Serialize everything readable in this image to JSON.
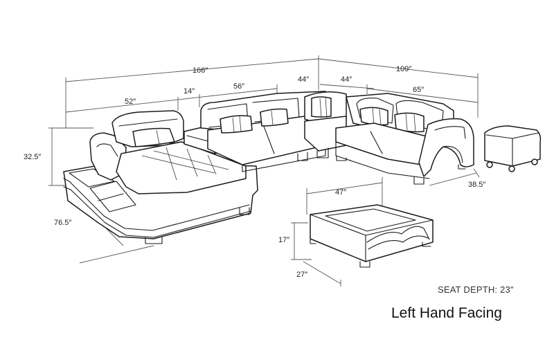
{
  "dimensions": {
    "overall_width": "166″",
    "right_width": "109″",
    "chaise_width": "52″",
    "console_width": "14″",
    "middle_width": "56″",
    "corner_width_left": "44″",
    "corner_width_right": "44″",
    "right_section_width": "65″",
    "height": "32.5″",
    "chaise_depth": "76.5″",
    "right_depth": "38.5″",
    "table_width": "47″",
    "table_height": "17″",
    "table_depth": "27″"
  },
  "notes": {
    "seat_depth": "SEAT DEPTH: 23″",
    "orientation": "Left Hand Facing"
  }
}
